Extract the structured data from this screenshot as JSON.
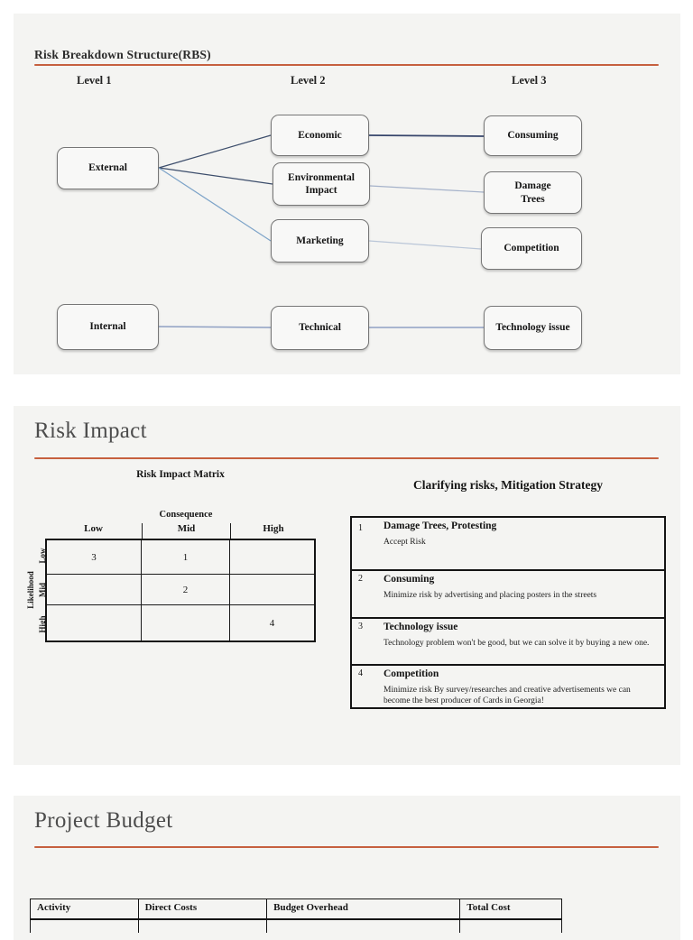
{
  "colors": {
    "page_bg": "#ffffff",
    "panel_bg": "#f4f4f2",
    "heading_rule": "#c6603f",
    "connector_dark": "#3c4d6b",
    "connector_light": "#8fa0c3"
  },
  "rbs": {
    "title": "Risk Breakdown Structure(RBS)",
    "levels": [
      "Level 1",
      "Level 2",
      "Level 3"
    ],
    "nodes": [
      "External",
      "Economic",
      "Environmental Impact",
      "Marketing",
      "Consuming",
      "Damage Trees",
      "Competition",
      "Internal",
      "Technical",
      "Technology issue"
    ]
  },
  "risk_impact": {
    "title": "Risk Impact",
    "matrix": {
      "title": "Risk Impact Matrix",
      "col_axis": "Consequence",
      "row_axis": "Likelihood",
      "cols": [
        "Low",
        "Mid",
        "High"
      ],
      "rows": [
        "Low",
        "Mid",
        "High"
      ],
      "cells": [
        [
          "3",
          "1",
          ""
        ],
        [
          "",
          "2",
          ""
        ],
        [
          "",
          "",
          "4"
        ]
      ]
    },
    "strategies": {
      "title": "Clarifying risks, Mitigation Strategy",
      "items": [
        {
          "num": "1",
          "risk": "Damage Trees, Protesting",
          "strategy": "Accept Risk"
        },
        {
          "num": "2",
          "risk": "Consuming",
          "strategy": "Minimize risk by advertising and placing posters in the streets"
        },
        {
          "num": "3",
          "risk": "Technology issue",
          "strategy": "Technology problem won't be good, but we can solve it by buying a new one."
        },
        {
          "num": "4",
          "risk": "Competition",
          "strategy": "Minimize risk By survey/researches and creative advertisements we can become the best producer of Cards in Georgia!"
        }
      ]
    }
  },
  "budget": {
    "title": "Project Budget",
    "columns": [
      "Activity",
      "Direct Costs",
      "Budget Overhead",
      "Total Cost"
    ]
  }
}
